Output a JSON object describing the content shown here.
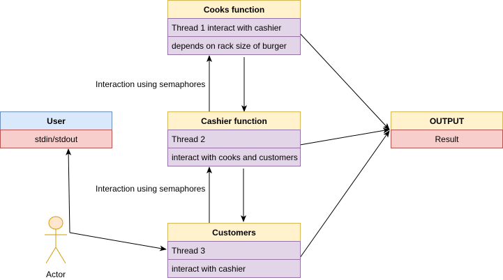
{
  "diagram": {
    "cooks": {
      "title": "Cooks function",
      "rows": [
        "Thread 1 interact with cashier",
        "depends on rack size of burger"
      ]
    },
    "cashier": {
      "title": "Cashier function",
      "rows": [
        "Thread 2",
        "interact with cooks and customers"
      ]
    },
    "customers": {
      "title": "Customers",
      "rows": [
        "Thread 3",
        "interact with cashier"
      ]
    },
    "user": {
      "title": "User",
      "rows": [
        "stdin/stdout"
      ]
    },
    "output": {
      "title": "OUTPUT",
      "rows": [
        "Result"
      ]
    },
    "actor": {
      "label": "Actor"
    },
    "edge_labels": {
      "cooks_cashier": "Interaction using semaphores",
      "cashier_customers": "Interaction using semaphores"
    },
    "colors": {
      "header_fill": "#fff2cc",
      "header_stroke": "#d6b656",
      "row_fill": "#e1d5e7",
      "row_stroke": "#9673a6",
      "user_header_fill": "#dae8fc",
      "user_header_stroke": "#6c8ebf",
      "red_row_fill": "#f8cecc",
      "red_row_stroke": "#b85450",
      "actor_fill": "#ffe6cc",
      "actor_stroke": "#d79b00"
    }
  }
}
